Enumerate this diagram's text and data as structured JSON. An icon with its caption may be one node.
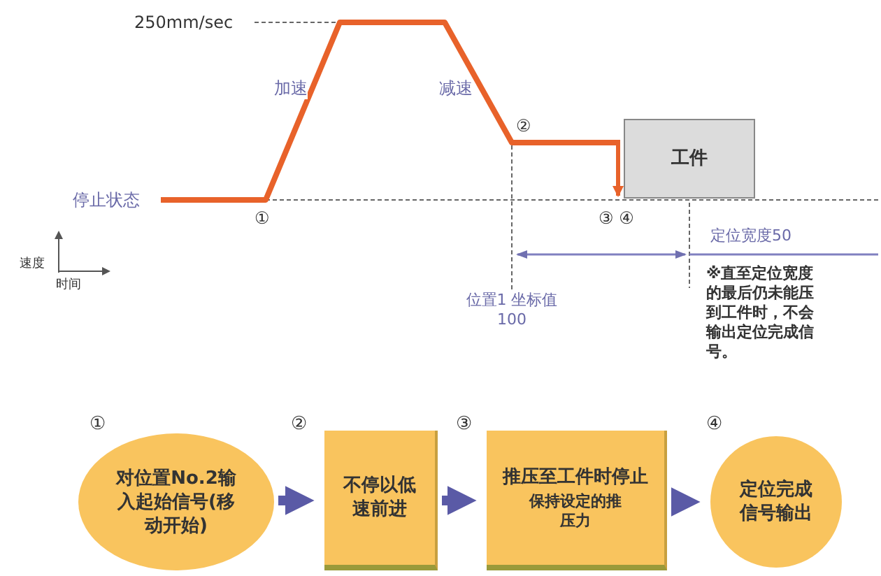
{
  "diagram": {
    "nodes": [
      {
        "text": [
          "工件"
        ]
      },
      {
        "text": [
          "对位置No.2输入起始信号(移动开始)"
        ],
        "beside": [
          "①"
        ]
      },
      {
        "text": [
          "不停以低速前进"
        ],
        "beside": [
          "②"
        ]
      },
      {
        "text": [
          "推压至工件时停止",
          "保持设定的推压力"
        ],
        "beside": [
          "③"
        ]
      },
      {
        "text": [
          "定位完成信号输出"
        ],
        "beside": [
          "④"
        ]
      }
    ],
    "edges": [
      {
        "from": 1,
        "to": 2,
        "arrow": "to"
      },
      {
        "from": 2,
        "to": 3,
        "arrow": "to"
      },
      {
        "from": 3,
        "to": 4,
        "arrow": "to"
      }
    ],
    "labels": [
      "250mm/sec",
      "加速",
      "减速",
      "②",
      "停止状态",
      "①",
      "③ ④",
      "定位宽度50",
      "速度",
      "时间",
      "位置1 坐标值100",
      "※直至定位宽度的最后仍未能压到工件时，不会输出定位完成信号。"
    ]
  }
}
